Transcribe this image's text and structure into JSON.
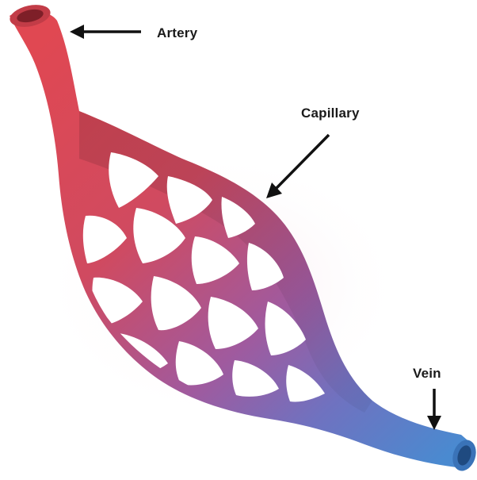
{
  "labels": {
    "artery": "Artery",
    "capillary": "Capillary",
    "vein": "Vein"
  },
  "colors": {
    "artery": "#dd4a55",
    "transition": "#9a5aa8",
    "vein": "#4b86c9",
    "lumen_artery": "#a8323c",
    "lumen_vein": "#2d5f9c",
    "arrow": "#111111"
  }
}
